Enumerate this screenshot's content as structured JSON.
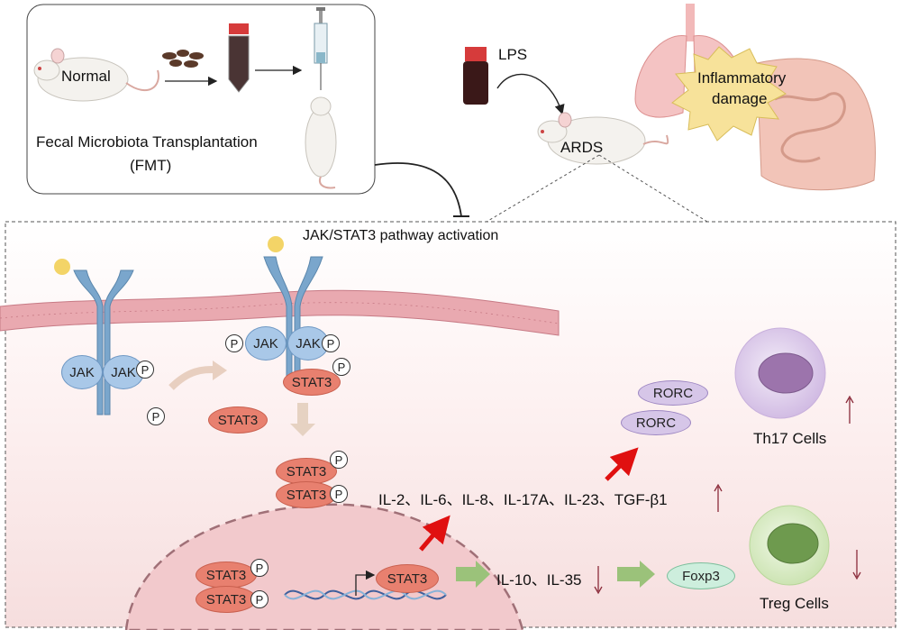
{
  "fmt_box": {
    "normal_label": "Normal",
    "title_line1": "Fecal Microbiota Transplantation",
    "title_line2": "(FMT)"
  },
  "lps_label": "LPS",
  "ards_label": "ARDS",
  "inflammatory_line1": "Inflammatory",
  "inflammatory_line2": "damage",
  "pathway_title": "JAK/STAT3 pathway activation",
  "jak_label": "JAK",
  "stat3_label": "STAT3",
  "p_label": "P",
  "cytokines_up": "IL-2、IL-6、IL-8、IL-17A、IL-23、TGF-β1",
  "cytokines_down": "IL-10、IL-35",
  "rorc_label": "RORC",
  "foxp3_label": "Foxp3",
  "th17_label": "Th17 Cells",
  "treg_label": "Treg Cells",
  "colors": {
    "stat3": "#e8806f",
    "jak": "#a9c8e8",
    "up_arrow": "#e01010",
    "down_arrow": "#8b2b3a",
    "green_arrow": "#9bc27a"
  }
}
